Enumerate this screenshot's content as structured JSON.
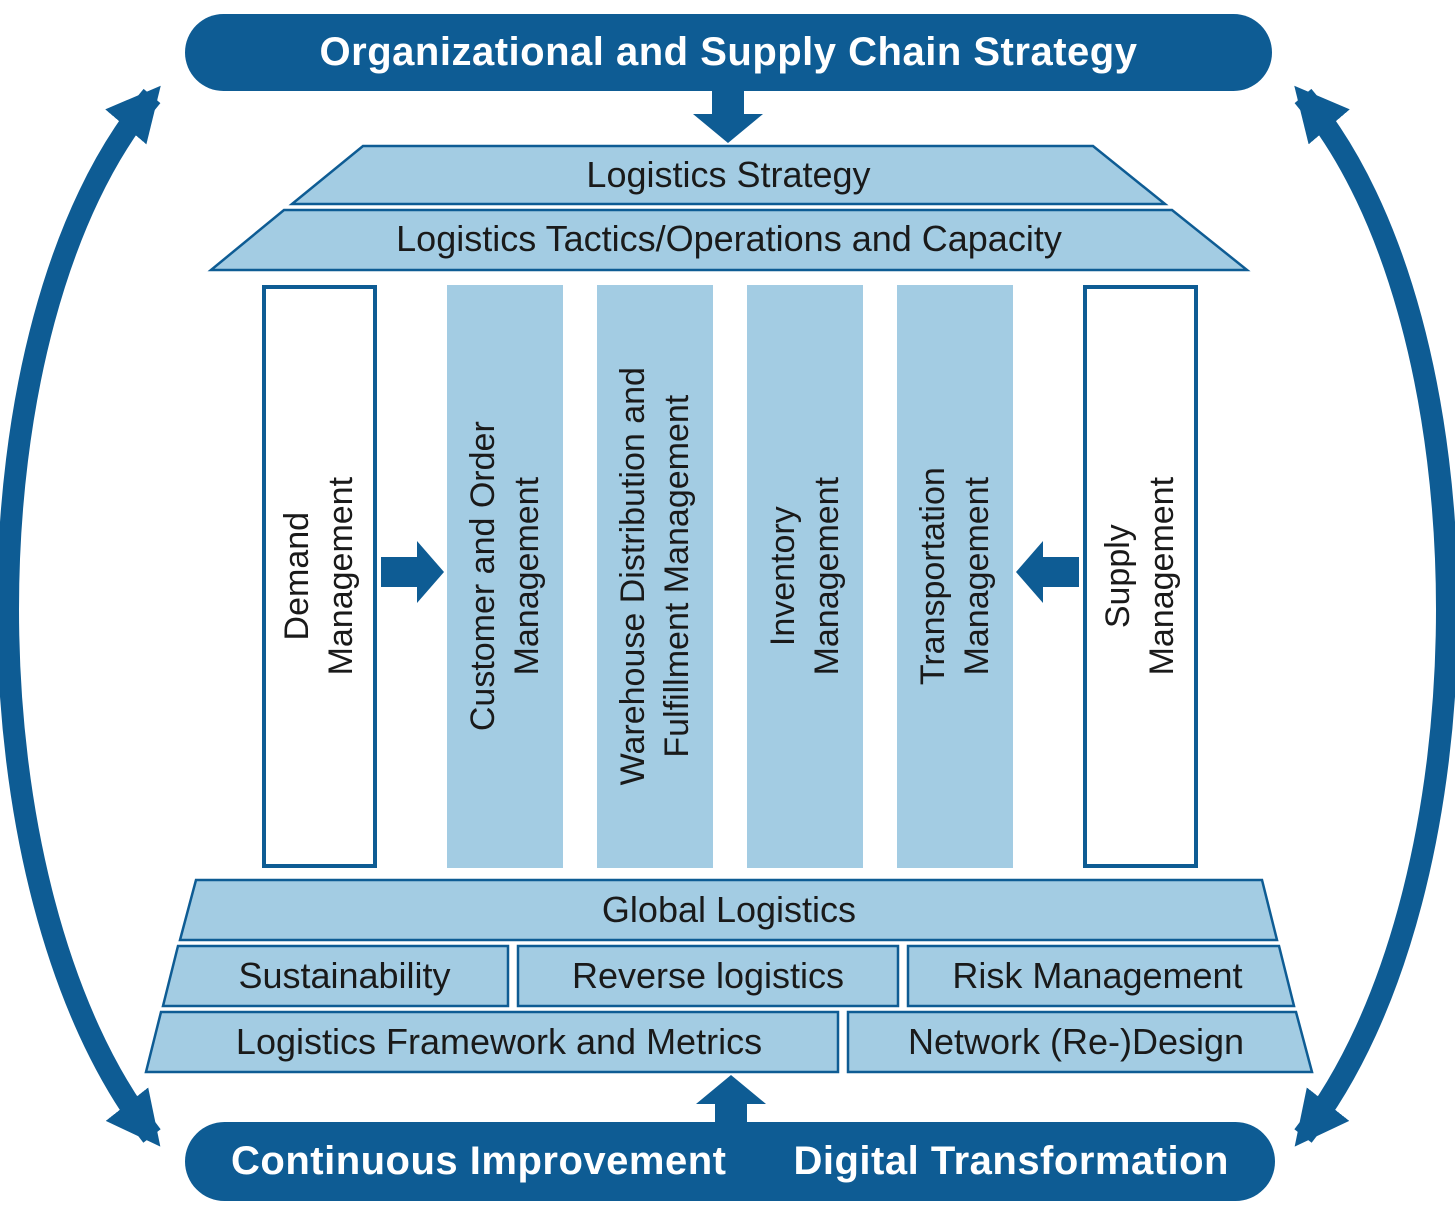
{
  "colors": {
    "dark_blue": "#0e5c94",
    "light_blue": "#a3cce3",
    "text_dark": "#1a1a1a",
    "text_light": "#ffffff"
  },
  "top_banner": {
    "label": "Organizational and Supply Chain Strategy"
  },
  "roof": {
    "row1": "Logistics Strategy",
    "row2": "Logistics Tactics/Operations and Capacity"
  },
  "pillars": [
    {
      "id": "demand",
      "style": "outlined",
      "lines": [
        "Demand",
        "Management"
      ]
    },
    {
      "id": "customer-order",
      "style": "filled",
      "lines": [
        "Customer and Order",
        "Management"
      ]
    },
    {
      "id": "warehouse",
      "style": "filled",
      "lines": [
        "Warehouse Distribution and",
        "Fulfillment Management"
      ]
    },
    {
      "id": "inventory",
      "style": "filled",
      "lines": [
        "Inventory",
        "Management"
      ]
    },
    {
      "id": "transportation",
      "style": "filled",
      "lines": [
        "Transportation",
        "Management"
      ]
    },
    {
      "id": "supply",
      "style": "outlined",
      "lines": [
        "Supply",
        "Management"
      ]
    }
  ],
  "base": {
    "row1": "Global Logistics",
    "row2": [
      "Sustainability",
      "Reverse logistics",
      "Risk Management"
    ],
    "row3": [
      "Logistics Framework and Metrics",
      "Network (Re-)Design"
    ]
  },
  "bottom_banner": {
    "left": "Continuous Improvement",
    "right": "Digital Transformation"
  },
  "icons": {
    "down_arrow": "filled triangle arrow pointing down",
    "up_arrow": "filled triangle arrow pointing up",
    "right_arrow": "filled triangle arrow pointing right",
    "left_arrow": "filled triangle arrow pointing left",
    "side_arcs": "double-headed curved arrows linking bottom banner to top banner"
  }
}
